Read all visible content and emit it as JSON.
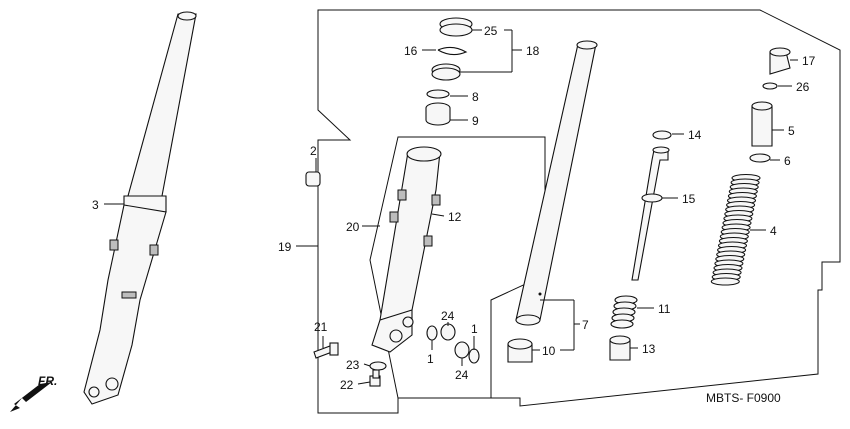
{
  "diagram": {
    "code": "MBTS- F0900",
    "direction_label": "FR.",
    "callouts": [
      {
        "id": "1a",
        "label": "1"
      },
      {
        "id": "1b",
        "label": "1"
      },
      {
        "id": "2",
        "label": "2"
      },
      {
        "id": "3",
        "label": "3"
      },
      {
        "id": "4",
        "label": "4"
      },
      {
        "id": "5",
        "label": "5"
      },
      {
        "id": "6",
        "label": "6"
      },
      {
        "id": "7",
        "label": "7"
      },
      {
        "id": "8",
        "label": "8"
      },
      {
        "id": "9",
        "label": "9"
      },
      {
        "id": "10",
        "label": "10"
      },
      {
        "id": "11",
        "label": "11"
      },
      {
        "id": "12",
        "label": "12"
      },
      {
        "id": "13",
        "label": "13"
      },
      {
        "id": "14",
        "label": "14"
      },
      {
        "id": "15",
        "label": "15"
      },
      {
        "id": "16",
        "label": "16"
      },
      {
        "id": "17",
        "label": "17"
      },
      {
        "id": "18",
        "label": "18"
      },
      {
        "id": "19",
        "label": "19"
      },
      {
        "id": "20",
        "label": "20"
      },
      {
        "id": "21",
        "label": "21"
      },
      {
        "id": "22",
        "label": "22"
      },
      {
        "id": "23",
        "label": "23"
      },
      {
        "id": "24a",
        "label": "24"
      },
      {
        "id": "24b",
        "label": "24"
      },
      {
        "id": "25",
        "label": "25"
      },
      {
        "id": "26",
        "label": "26"
      }
    ]
  }
}
